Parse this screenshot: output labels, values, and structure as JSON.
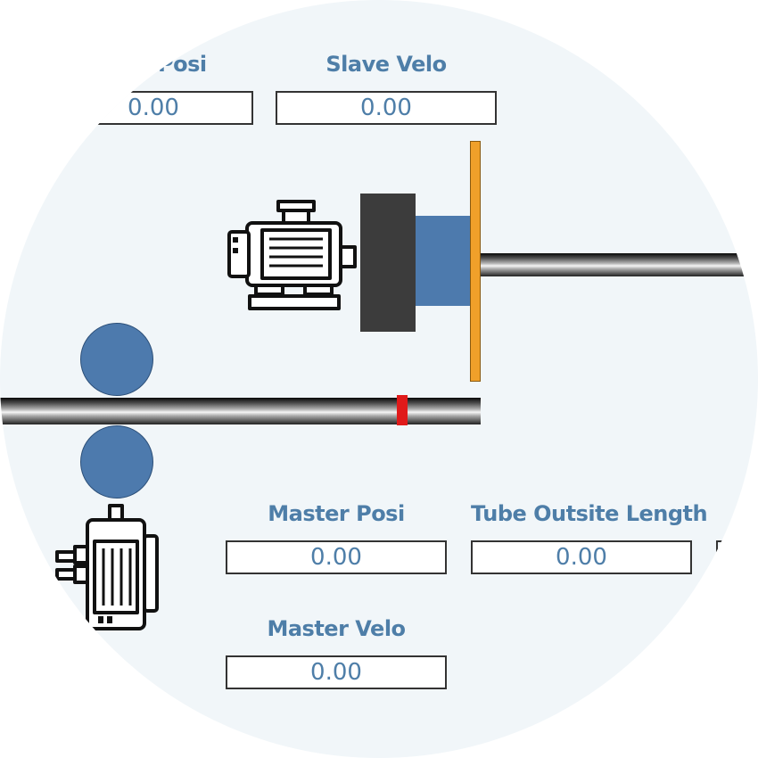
{
  "slave": {
    "posi_label": "Slave Posi",
    "posi_value": "0.00",
    "velo_label": "Slave Velo",
    "velo_value": "0.00"
  },
  "master": {
    "posi_label": "Master Posi",
    "posi_value": "0.00",
    "velo_label": "Master Velo",
    "velo_value": "0.00"
  },
  "tube": {
    "outsite_length_label": "Tube Outsite Length",
    "outsite_length_value": "0.00"
  },
  "colors": {
    "label_text": "#4e7ea8",
    "roller": "#4d7aad",
    "clamp_body": "#4d7aad",
    "clamp_block": "#3c3c3c",
    "stop_plate": "#f0a02a",
    "cut_marker": "#e01a1a",
    "background": "#f1f6f9"
  },
  "icons": {
    "slave_motor": "electric-motor-icon",
    "master_motor": "electric-motor-icon"
  }
}
